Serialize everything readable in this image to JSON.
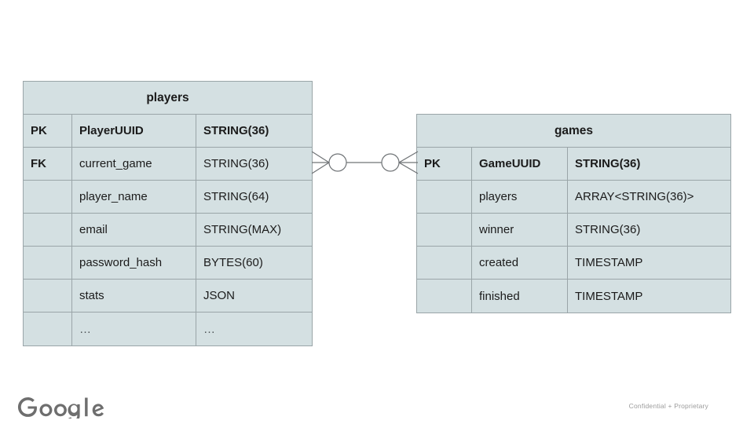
{
  "slide": {
    "background_color": "#ffffff",
    "entity_fill_color": "#d4e0e2",
    "entity_border_color": "#9aa5a8",
    "connector_color": "#6f7376"
  },
  "entities": [
    {
      "name": "players",
      "columns": [
        "key",
        "name",
        "type"
      ],
      "rows": [
        {
          "key": "PK",
          "name": "PlayerUUID",
          "type": "STRING(36)",
          "emphasis": true
        },
        {
          "key": "FK",
          "name": "current_game",
          "type": "STRING(36)",
          "emphasis": false
        },
        {
          "key": "",
          "name": "player_name",
          "type": "STRING(64)",
          "emphasis": false
        },
        {
          "key": "",
          "name": "email",
          "type": "STRING(MAX)",
          "emphasis": false
        },
        {
          "key": "",
          "name": "password_hash",
          "type": "BYTES(60)",
          "emphasis": false
        },
        {
          "key": "",
          "name": "stats",
          "type": "JSON",
          "emphasis": false
        },
        {
          "key": "",
          "name": "…",
          "type": "…",
          "emphasis": false
        }
      ]
    },
    {
      "name": "games",
      "columns": [
        "key",
        "name",
        "type"
      ],
      "rows": [
        {
          "key": "PK",
          "name": "GameUUID",
          "type": "STRING(36)",
          "emphasis": true
        },
        {
          "key": "",
          "name": "players",
          "type": "ARRAY<STRING(36)>",
          "emphasis": false
        },
        {
          "key": "",
          "name": "winner",
          "type": "STRING(36)",
          "emphasis": false
        },
        {
          "key": "",
          "name": "created",
          "type": "TIMESTAMP",
          "emphasis": false
        },
        {
          "key": "",
          "name": "finished",
          "type": "TIMESTAMP",
          "emphasis": false
        }
      ]
    }
  ],
  "relationship": {
    "from_entity": "players",
    "to_entity": "games",
    "notation": "crows-foot",
    "left_cardinality": "many-to-zero-or-more",
    "right_cardinality": "many-to-zero-or-more",
    "left_symbol": "crowsfoot-circle",
    "right_symbol": "circle-crowsfoot"
  },
  "footer": {
    "logo_text": "Google",
    "note": "Confidential + Proprietary"
  }
}
